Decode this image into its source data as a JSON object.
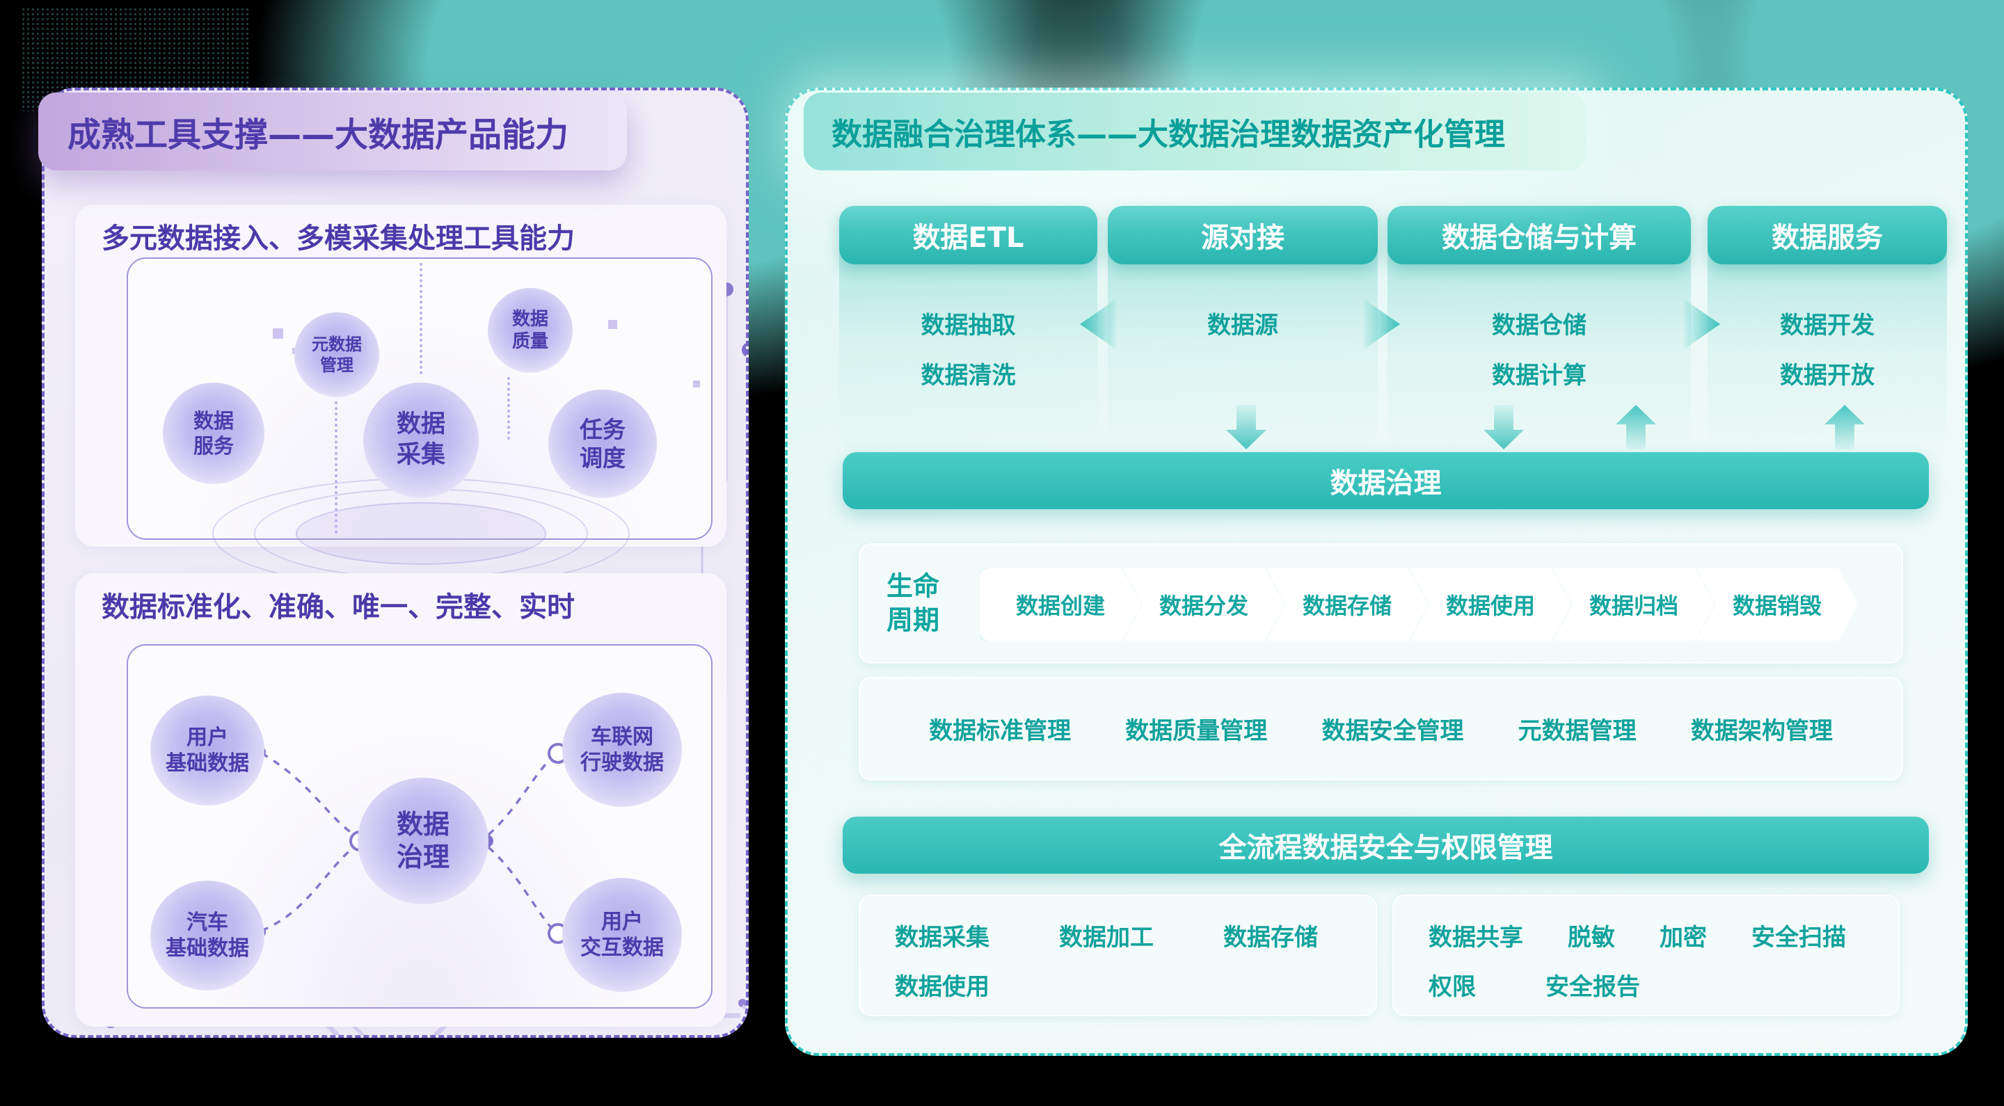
{
  "left_panel": {
    "title": "成熟工具支撑——大数据产品能力",
    "section1": {
      "heading": "多元数据接入、多模采集处理工具能力",
      "bubbles": [
        {
          "label": "数据\n服务"
        },
        {
          "label": "元数据\n管理"
        },
        {
          "label": "数据\n采集"
        },
        {
          "label": "数据\n质量"
        },
        {
          "label": "任务\n调度"
        }
      ]
    },
    "section2": {
      "heading": "数据标准化、准确、唯一、完整、实时",
      "bubbles": [
        {
          "label": "用户\n基础数据"
        },
        {
          "label": "汽车\n基础数据"
        },
        {
          "label": "数据\n治理"
        },
        {
          "label": "车联网\n行驶数据"
        },
        {
          "label": "用户\n交互数据"
        }
      ]
    }
  },
  "right_panel": {
    "title": "数据融合治理体系——大数据治理数据资产化管理",
    "columns": [
      {
        "header": "数据ETL",
        "items": [
          "数据抽取",
          "数据清洗"
        ]
      },
      {
        "header": "源对接",
        "items": [
          "数据源"
        ]
      },
      {
        "header": "数据仓储与计算",
        "items": [
          "数据仓储",
          "数据计算"
        ]
      },
      {
        "header": "数据服务",
        "items": [
          "数据开发",
          "数据开放"
        ]
      }
    ],
    "governance_bar": "数据治理",
    "lifecycle": {
      "label": "生命\n周期",
      "steps": [
        "数据创建",
        "数据分发",
        "数据存储",
        "数据使用",
        "数据归档",
        "数据销毁"
      ]
    },
    "management_items": [
      "数据标准管理",
      "数据质量管理",
      "数据安全管理",
      "元数据管理",
      "数据架构管理"
    ],
    "security_bar": "全流程数据安全与权限管理",
    "security_groups": [
      {
        "row1": [
          "数据采集",
          "数据加工",
          "数据存储"
        ],
        "row2": [
          "数据使用"
        ]
      },
      {
        "row1": [
          "数据共享",
          "脱敏",
          "加密",
          "安全扫描"
        ],
        "row2": [
          "权限",
          "安全报告"
        ]
      }
    ]
  },
  "colors": {
    "background": "#000000",
    "teal_glow": "#5ec3be",
    "teal_accent": "#2fc6c2",
    "teal_text": "#12a29d",
    "purple_accent": "#7463c9",
    "purple_text": "#4c3bab",
    "bar_text": "#ffffff"
  }
}
